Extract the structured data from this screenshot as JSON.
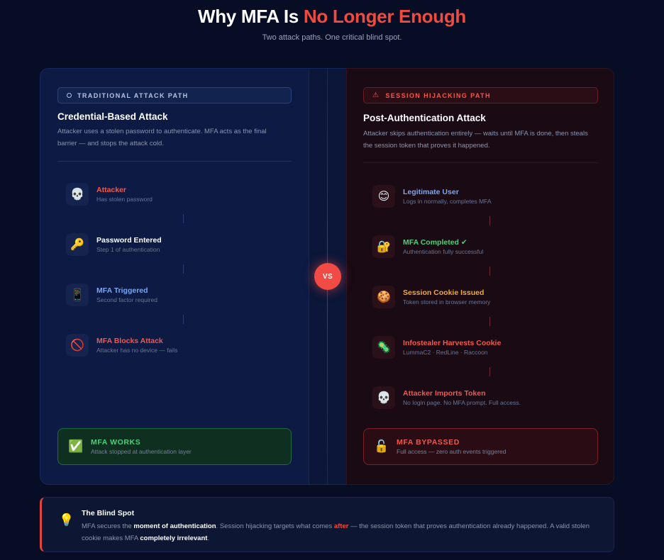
{
  "header": {
    "title_main": "Why MFA Is ",
    "title_highlight": "No Longer Enough",
    "subtitle": "Two attack paths. One critical blind spot."
  },
  "vs_label": "VS",
  "left": {
    "tag": "TRADITIONAL ATTACK PATH",
    "title": "Credential-Based Attack",
    "description": "Attacker uses a stolen password to authenticate. MFA acts as the final barrier — and stops the attack cold.",
    "steps": [
      {
        "icon": "skull-icon",
        "glyph": "💀",
        "label": "Attacker",
        "sub": "Has stolen password",
        "color": "#f2584e"
      },
      {
        "icon": "key-icon",
        "glyph": "🔑",
        "label": "Password Entered",
        "sub": "Step 1 of authentication",
        "color": "#ffffff"
      },
      {
        "icon": "phone-icon",
        "glyph": "📱",
        "label": "MFA Triggered",
        "sub": "Second factor required",
        "color": "#7aa6f5"
      },
      {
        "icon": "prohibited-icon",
        "glyph": "🚫",
        "label": "MFA Blocks Attack",
        "sub": "Attacker has no device — fails",
        "color": "#f2584e"
      }
    ],
    "result": {
      "icon": "check-icon",
      "glyph": "✅",
      "title": "MFA WORKS",
      "sub": "Attack stopped at authentication layer",
      "color": "#4cd07a"
    }
  },
  "right": {
    "tag": "SESSION HIJACKING PATH",
    "title": "Post-Authentication Attack",
    "description": "Attacker skips authentication entirely — waits until MFA is done, then steals the session token that proves it happened.",
    "steps": [
      {
        "icon": "smiley-icon",
        "glyph": "😊",
        "label": "Legitimate User",
        "sub": "Logs in normally, completes MFA",
        "color": "#7aa6f5"
      },
      {
        "icon": "lock-key-icon",
        "glyph": "🔐",
        "label": "MFA Completed ✔",
        "sub": "Authentication fully successful",
        "color": "#4cd07a"
      },
      {
        "icon": "cookie-icon",
        "glyph": "🍪",
        "label": "Session Cookie Issued",
        "sub": "Token stored in browser memory",
        "color": "#f6a93a"
      },
      {
        "icon": "microbe-icon",
        "glyph": "🦠",
        "label": "Infostealer Harvests Cookie",
        "sub": "LummaC2 · RedLine · Raccoon",
        "color": "#f2584e"
      },
      {
        "icon": "skull-icon",
        "glyph": "💀",
        "label": "Attacker Imports Token",
        "sub": "No login page. No MFA prompt. Full access.",
        "color": "#f2584e"
      }
    ],
    "result": {
      "icon": "unlock-icon",
      "glyph": "🔓",
      "title": "MFA BYPASSED",
      "sub": "Full access — zero auth events triggered",
      "color": "#f2584e"
    }
  },
  "blind_spot": {
    "icon": "lightbulb-icon",
    "glyph": "💡",
    "title": "The Blind Spot",
    "t1": "MFA secures the ",
    "b1": "moment of authentication",
    "t2": ". Session hijacking targets what comes ",
    "e1": "after",
    "t3": " — the session token that proves authentication already happened. A valid stolen cookie makes MFA ",
    "b2": "completely irrelevant",
    "t4": "."
  },
  "colors": {
    "accent_red": "#f04b3f",
    "green": "#4cd07a",
    "blue": "#7aa6f5",
    "orange": "#f6a93a",
    "background": "#070d24"
  }
}
